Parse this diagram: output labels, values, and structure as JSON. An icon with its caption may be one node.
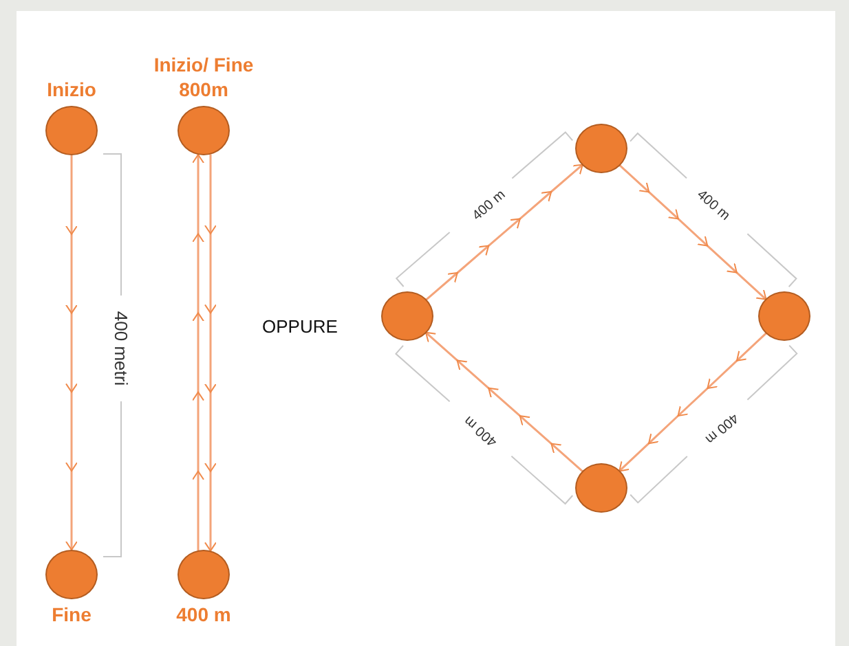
{
  "diagram": {
    "nodes": [
      {
        "text": [
          "Inizio"
        ]
      },
      {
        "text": [
          "Fine"
        ]
      },
      {
        "text": [
          "Inizio/ Fine 800m"
        ]
      },
      {
        "text": [
          "400 m"
        ]
      },
      {
        "text": [],
        "shape": "circle"
      },
      {
        "text": [],
        "shape": "circle"
      },
      {
        "text": [],
        "shape": "circle"
      },
      {
        "text": [],
        "shape": "circle"
      }
    ],
    "edges": [
      {
        "from": 0,
        "to": 1,
        "arrow": "to"
      },
      {
        "from": 2,
        "to": 3,
        "arrow": "to"
      },
      {
        "from": 3,
        "to": 2,
        "arrow": "to"
      },
      {
        "from": 7,
        "to": 4,
        "arrow": "to"
      },
      {
        "from": 4,
        "to": 5,
        "arrow": "to"
      },
      {
        "from": 5,
        "to": 6,
        "arrow": "to"
      },
      {
        "from": 6,
        "to": 7,
        "arrow": "to"
      }
    ],
    "labels": [
      "400 metri",
      "OPPURE",
      "400 m",
      "400 m",
      "400 m",
      "400 m"
    ]
  }
}
